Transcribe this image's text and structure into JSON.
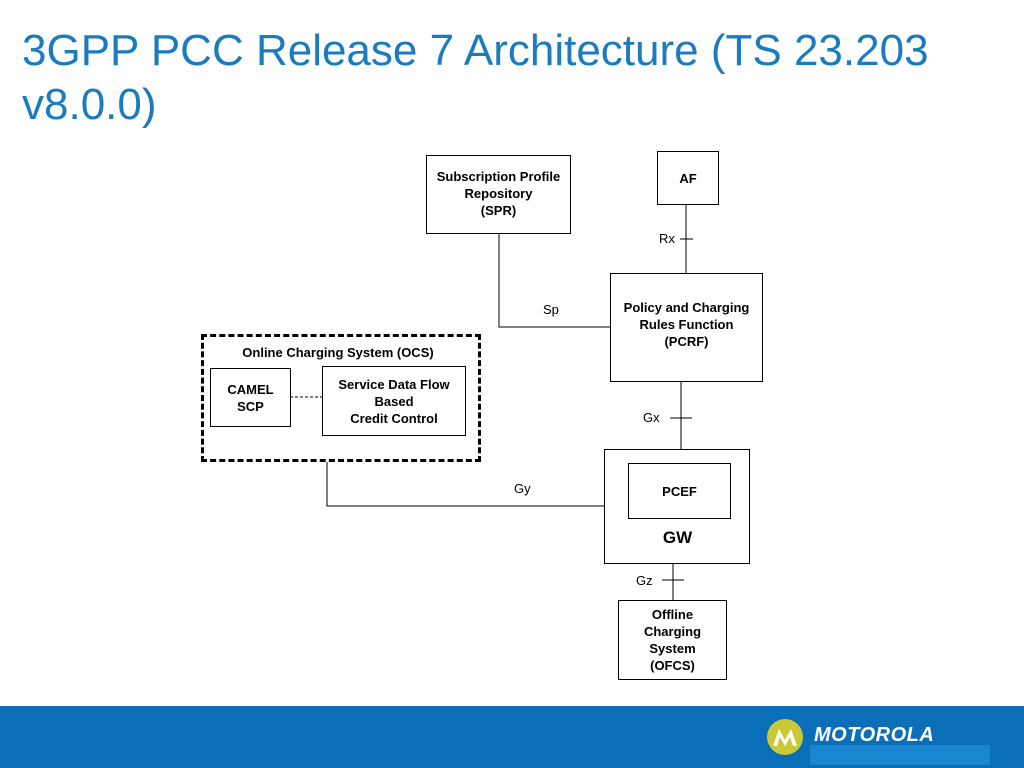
{
  "title": "3GPP PCC Release 7 Architecture (TS 23.203 v8.0.0)",
  "nodes": {
    "spr": "Subscription Profile\nRepository\n(SPR)",
    "af": "AF",
    "pcrf": "Policy and Charging\nRules Function\n(PCRF)",
    "ocs": "Online Charging System (OCS)",
    "camel": "CAMEL\nSCP",
    "sdf": "Service Data Flow\nBased\nCredit Control",
    "pcef": "PCEF",
    "gw": "GW",
    "ofcs": "Offline\nCharging\nSystem\n(OFCS)"
  },
  "interfaces": {
    "rx": "Rx",
    "sp": "Sp",
    "gx": "Gx",
    "gy": "Gy",
    "gz": "Gz"
  },
  "footer": {
    "brand": "MOTOROLA",
    "background_color": "#0a6fb8",
    "logo_color": "#c9c936"
  },
  "colors": {
    "title": "#1a7bbf"
  }
}
